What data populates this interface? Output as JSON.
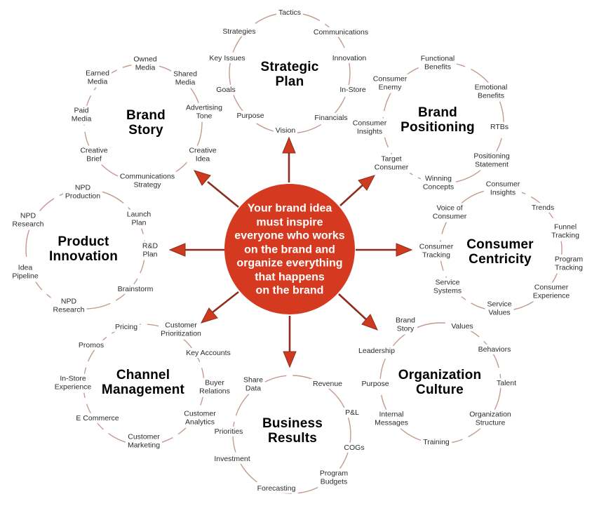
{
  "colors": {
    "center_fill": "#d53a20",
    "arrow_line": "#8d2e1c",
    "arrowhead": "#ce3a1e",
    "circle_stroke": "#c49a8f"
  },
  "center": {
    "text": "Your brand idea\nmust inspire\neveryone who works\non the brand and\norganize everything\nthat happens\non the brand"
  },
  "clusters": [
    {
      "title": "Brand\nStory",
      "labels": [
        "Owned\nMedia",
        "Shared\nMedia",
        "Advertising\nTone",
        "Creative\nIdea",
        "Communications\nStrategy",
        "Creative\nBrief",
        "Paid\nMedia",
        "Earned\nMedia"
      ]
    },
    {
      "title": "Strategic\nPlan",
      "labels": [
        "Tactics",
        "Communications",
        "Innovation",
        "In-Store",
        "Financials",
        "Vision",
        "Purpose",
        "Goals",
        "Key Issues",
        "Strategies"
      ]
    },
    {
      "title": "Brand\nPositioning",
      "labels": [
        "Functional\nBenefits",
        "Emotional\nBenefits",
        "RTBs",
        "Positioning\nStatement",
        "Winning\nConcepts",
        "Target\nConsumer",
        "Consumer\nInsights",
        "Consumer\nEnemy"
      ]
    },
    {
      "title": "Product\nInnovation",
      "labels": [
        "NPD\nProduction",
        "Launch\nPlan",
        "R&D\nPlan",
        "Brainstorm",
        "NPD\nResearch",
        "Idea\nPipeline",
        "NPD\nResearch"
      ]
    },
    {
      "title": "Consumer\nCentricity",
      "labels": [
        "Consumer\nInsights",
        "Trends",
        "Funnel\nTracking",
        "Program\nTracking",
        "Consumer\nExperience",
        "Service\nValues",
        "Service\nSystems",
        "Consumer\nTracking",
        "Voice of\nConsumer"
      ]
    },
    {
      "title": "Channel\nManagement",
      "labels": [
        "Pricing",
        "Customer\nPrioritization",
        "Key Accounts",
        "Buyer\nRelations",
        "Customer\nAnalytics",
        "Customer\nMarketing",
        "E Commerce",
        "In-Store\nExperience",
        "Promos"
      ]
    },
    {
      "title": "Business\nResults",
      "labels": [
        "Share\nData",
        "Revenue",
        "P&L",
        "COGs",
        "Program\nBudgets",
        "Forecasting",
        "Investment",
        "Priorities"
      ]
    },
    {
      "title": "Organization\nCulture",
      "labels": [
        "Brand\nStory",
        "Values",
        "Behaviors",
        "Talent",
        "Organization\nStructure",
        "Training",
        "Internal\nMessages",
        "Purpose",
        "Leadership"
      ]
    }
  ]
}
